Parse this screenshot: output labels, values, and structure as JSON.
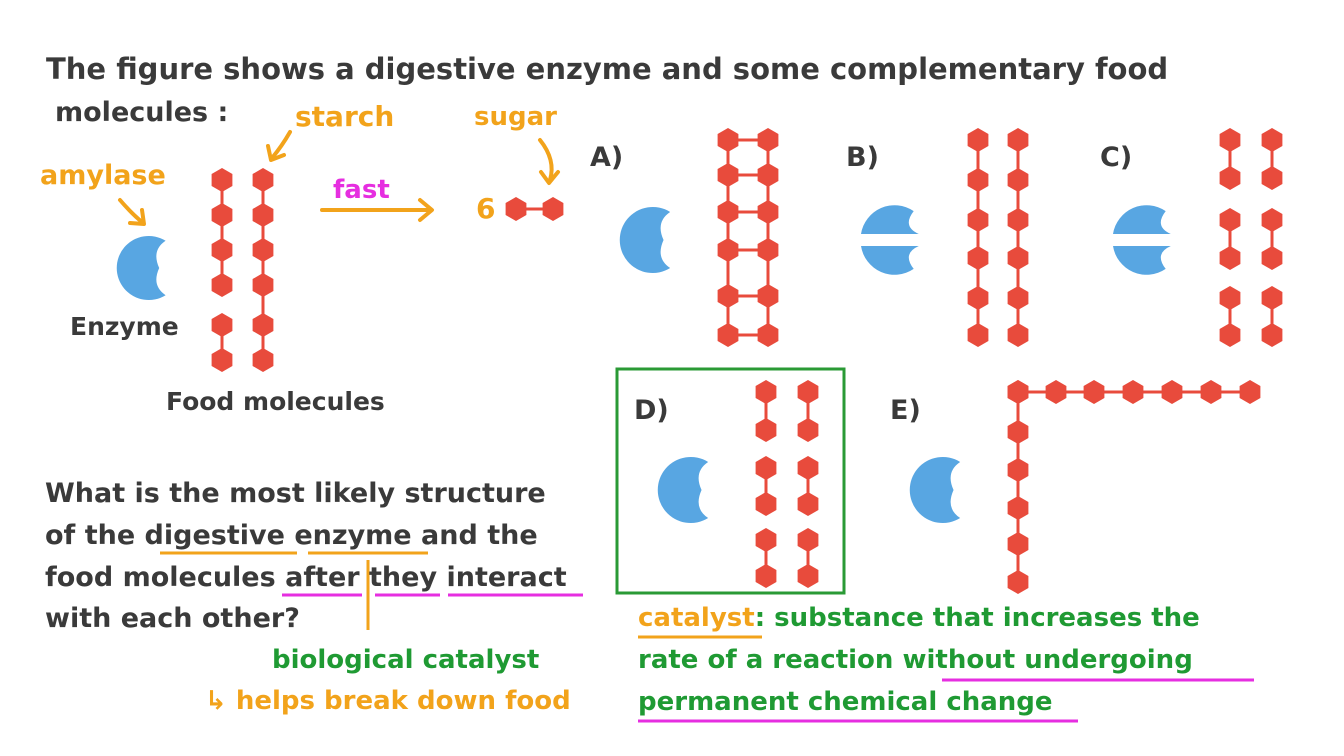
{
  "intro": {
    "line1": "The figure shows a digestive enzyme and some complementary food",
    "line2": "molecules :"
  },
  "labels": {
    "starch": "starch",
    "sugar": "sugar",
    "amylase": "amylase",
    "fast": "fast",
    "six": "6",
    "enzyme": "Enzyme",
    "food_molecules": "Food molecules"
  },
  "options": [
    {
      "id": "A",
      "label": "A)"
    },
    {
      "id": "B",
      "label": "B)"
    },
    {
      "id": "C",
      "label": "C)"
    },
    {
      "id": "D",
      "label": "D)",
      "selected": true
    },
    {
      "id": "E",
      "label": "E)"
    }
  ],
  "question": {
    "line1": "What is the most likely structure",
    "line2_pre": "of the ",
    "line2_u1": "digestive",
    "line2_sp": " ",
    "line2_u2": "enzyme",
    "line2_post": " and the",
    "line3_pre": "food molecules ",
    "line3_u1": "after",
    "line3_sp": " ",
    "line3_u2": "they",
    "line3_sp2": " ",
    "line3_u3": "interact",
    "line4": "with each other?"
  },
  "notes": {
    "bio_catalyst": "biological catalyst",
    "arrow_glyph": "↳",
    "helps": "helps break down food",
    "cat_word": "catalyst",
    "def1_rest": ": substance that increases the",
    "def2_pre": "rate of a reaction ",
    "def2_u": "without undergoing",
    "def3": "permanent chemical change"
  },
  "colors": {
    "enzyme": "#58a6e2",
    "molecule": "#e84b3c",
    "box": "#2a9a35",
    "dark": "#3a3a3a",
    "orange": "#f2a31b",
    "green": "#1f9a33",
    "magenta": "#e62ee0"
  }
}
